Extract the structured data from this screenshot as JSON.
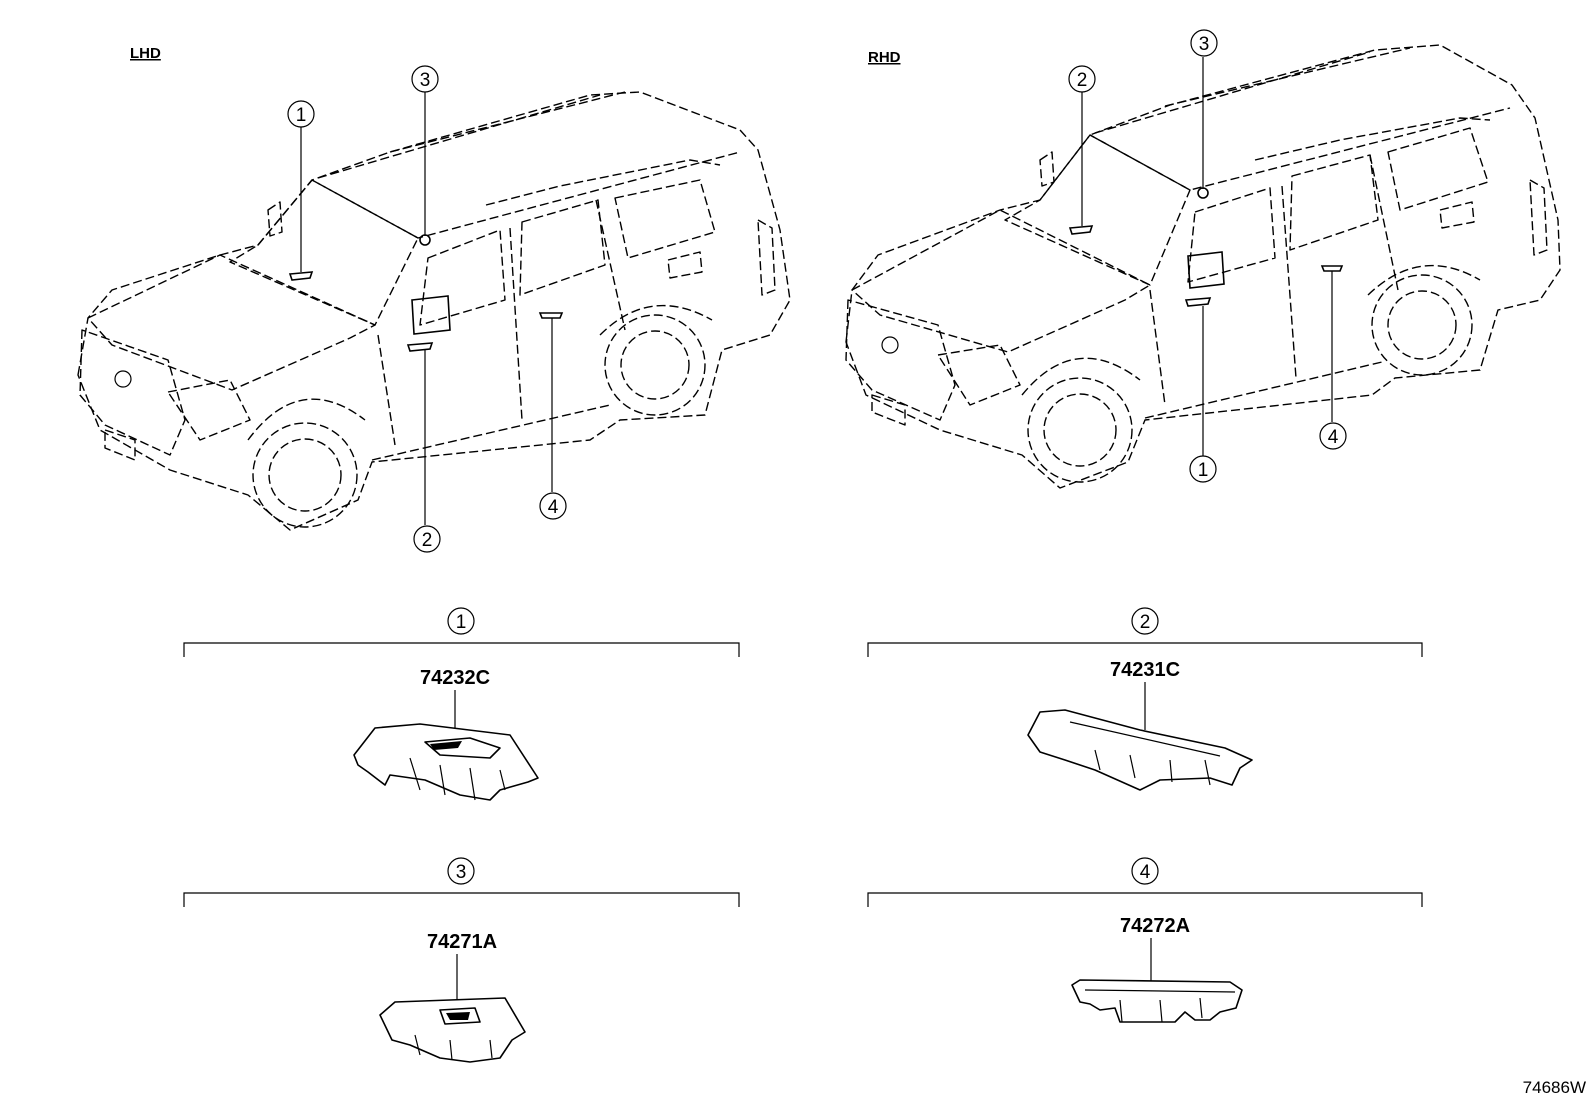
{
  "diagram": {
    "left_variant": "LHD",
    "right_variant": "RHD",
    "reference_code": "74686W",
    "callouts": [
      "1",
      "2",
      "3",
      "4"
    ],
    "parts": [
      {
        "callout": "1",
        "part_number": "74232C"
      },
      {
        "callout": "2",
        "part_number": "74231C"
      },
      {
        "callout": "3",
        "part_number": "74271A"
      },
      {
        "callout": "4",
        "part_number": "74272A"
      }
    ]
  }
}
